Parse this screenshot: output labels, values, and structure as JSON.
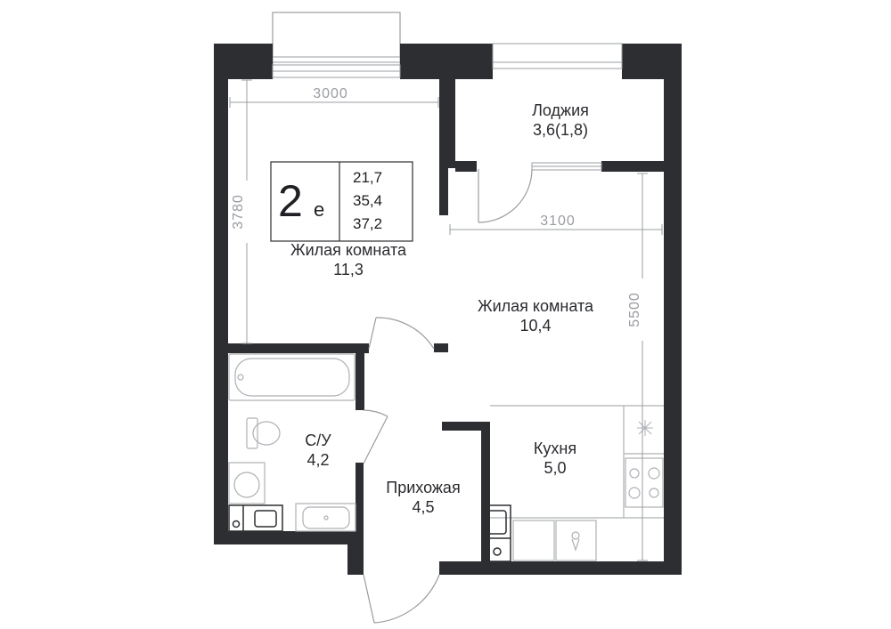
{
  "colors": {
    "wall": "#2d2e31",
    "line": "#9a9ca1",
    "fixture": "#aeb0b5"
  },
  "badge": {
    "rooms": "2",
    "suffix": "е",
    "living_area": "21,7",
    "total_area": "35,4",
    "total_with_loggia": "37,2"
  },
  "rooms": {
    "loggia": {
      "name": "Лоджия",
      "area": "3,6(1,8)"
    },
    "living1": {
      "name": "Жилая комната",
      "area": "11,3"
    },
    "living2": {
      "name": "Жилая комната",
      "area": "10,4"
    },
    "bathroom": {
      "name": "С/У",
      "area": "4,2"
    },
    "hallway": {
      "name": "Прихожая",
      "area": "4,5"
    },
    "kitchen": {
      "name": "Кухня",
      "area": "5,0"
    }
  },
  "dimensions": {
    "room1_width": "3000",
    "room1_depth": "3780",
    "room2_width": "3100",
    "room2_depth": "5500"
  }
}
